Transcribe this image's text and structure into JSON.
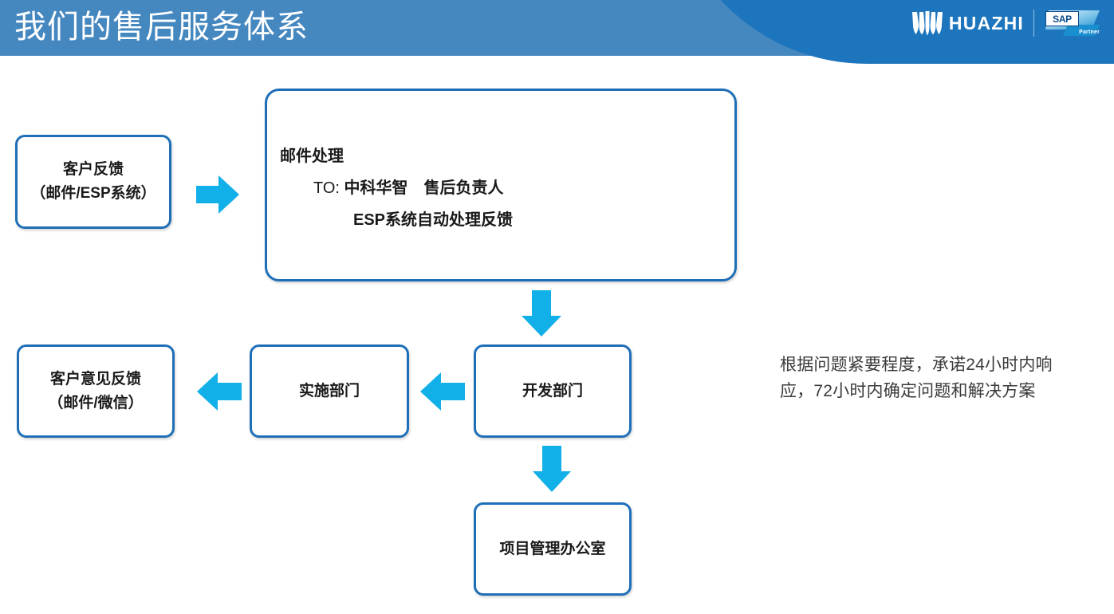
{
  "header": {
    "title": "我们的售后服务体系",
    "brand_name": "HUAZHI",
    "brand_mark": "huazhi-w-logo",
    "partner_badge": {
      "vendor": "SAP",
      "level": "Partner"
    },
    "bar_color": "#4588c0",
    "curve_color": "#1d75bd",
    "title_color": "#ffffff"
  },
  "flow": {
    "accent_box_border": "#1f6fb8",
    "arrow_color": "#12b0e8",
    "nodes": {
      "customer_feedback": {
        "line1": "客户反馈",
        "line2": "（邮件/ESP系统）"
      },
      "mail_processing": {
        "line1": "邮件处理",
        "line2_prefix": "TO: ",
        "line2_body": "中科华智　售后负责人",
        "line3": "ESP系统自动处理反馈"
      },
      "dev_department": {
        "label": "开发部门"
      },
      "impl_department": {
        "label": "实施部门"
      },
      "customer_opinion": {
        "line1": "客户意见反馈",
        "line2": "（邮件/微信）"
      },
      "pmo": {
        "label": "项目管理办公室"
      }
    },
    "arrows": [
      {
        "name": "arrow-feedback-to-mail",
        "direction": "right"
      },
      {
        "name": "arrow-mail-to-dev",
        "direction": "down"
      },
      {
        "name": "arrow-dev-to-impl",
        "direction": "left"
      },
      {
        "name": "arrow-impl-to-opinion",
        "direction": "left"
      },
      {
        "name": "arrow-dev-to-pmo",
        "direction": "down"
      }
    ]
  },
  "note": {
    "text": "根据问题紧要程度，承诺24小时内响应，72小时内确定问题和解决方案",
    "color": "#3a3a3a"
  }
}
